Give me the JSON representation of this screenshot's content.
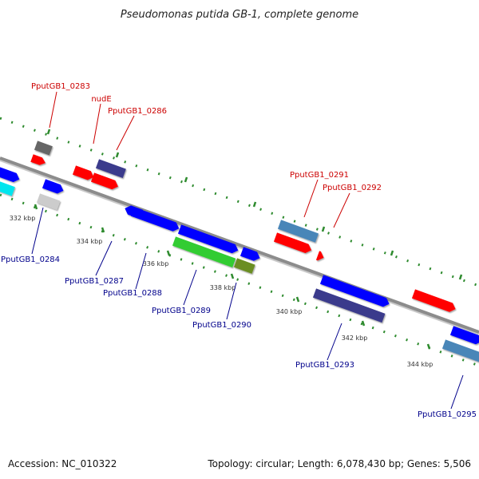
{
  "title": "Pseudomonas putida GB-1, complete genome",
  "footer": {
    "accession": "Accession: NC_010322",
    "summary": "Topology: circular; Length: 6,078,430 bp; Genes: 5,506"
  },
  "colors": {
    "backbone": "#888888",
    "forward_label": "#cc0000",
    "reverse_label": "#00008b",
    "tick": "#2e8b2e",
    "red": "#ff0000",
    "blue": "#0000ff",
    "navy": "#3a3a8c",
    "gray": "#666666",
    "lightgray": "#cccccc",
    "cyan": "#00e5ee",
    "steelblue": "#4a86b8",
    "green": "#33cc33",
    "olive": "#6b8e23"
  },
  "scale_labels": [
    "332 kbp",
    "334 kbp",
    "336 kbp",
    "338 kbp",
    "340 kbp",
    "342 kbp",
    "344 kbp"
  ],
  "gene_labels": {
    "top": [
      "PputGB1_0283",
      "nudE",
      "PputGB1_0286",
      "PputGB1_0291",
      "PputGB1_0292"
    ],
    "bottom": [
      "PputGB1_0284",
      "PputGB1_0287",
      "PputGB1_0288",
      "PputGB1_0289",
      "PputGB1_0290",
      "PputGB1_0293",
      "PputGB1_0295"
    ]
  }
}
